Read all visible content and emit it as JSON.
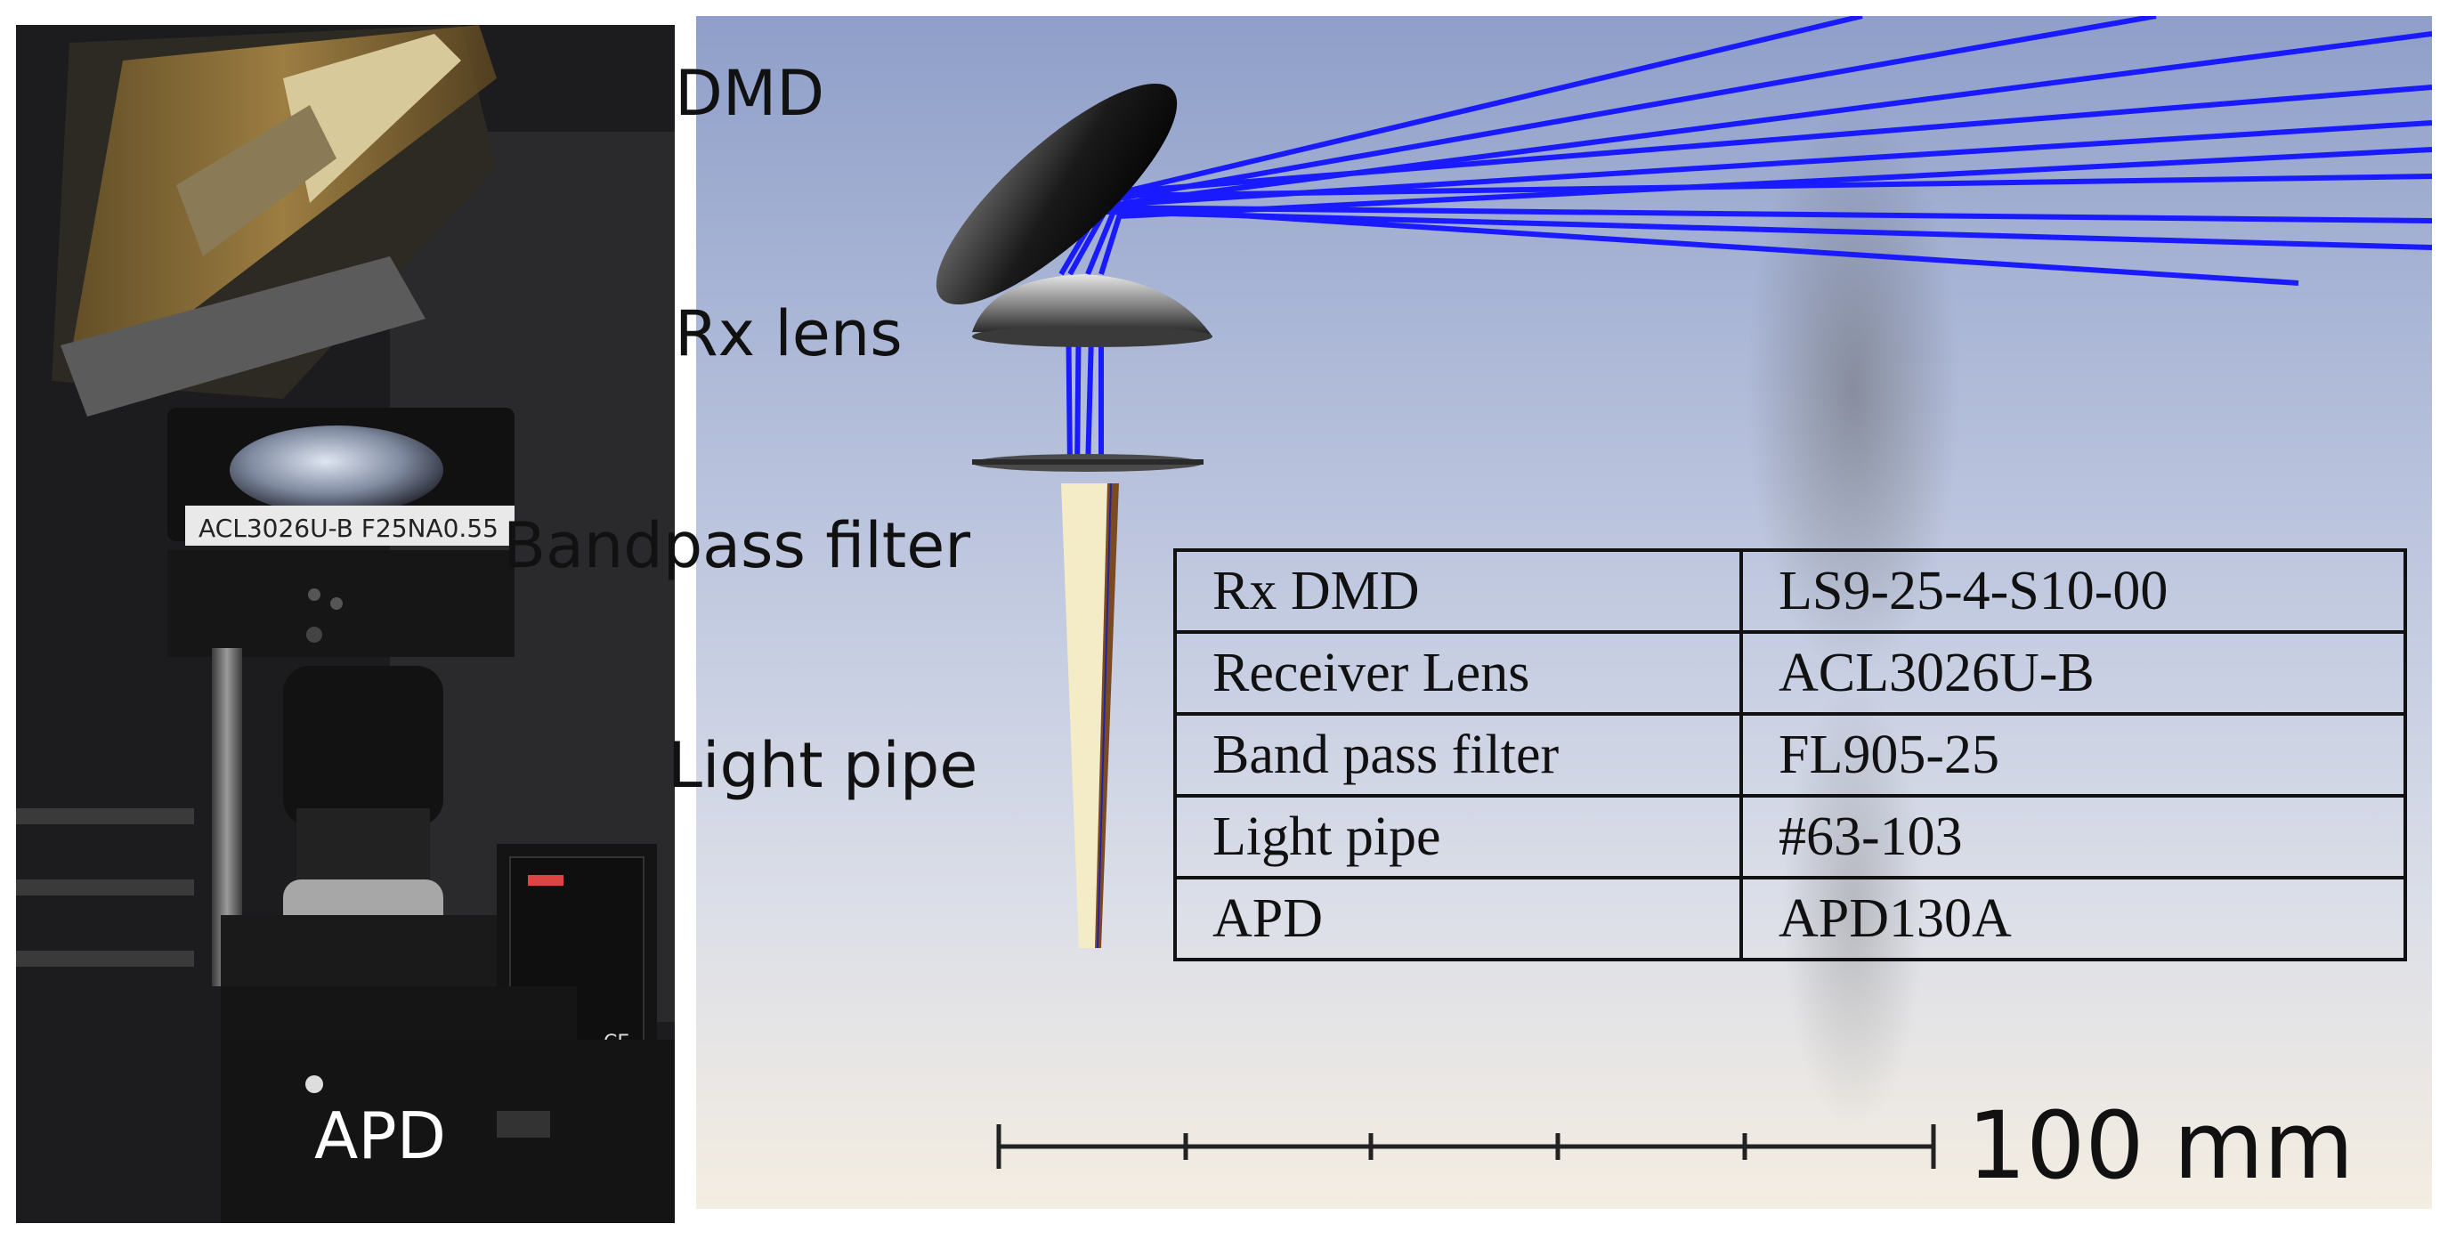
{
  "photo": {
    "sticker_text": "ACL3026U-B F25NA0.55",
    "apd_label": "APD"
  },
  "labels": {
    "dmd": "DMD",
    "rx_lens": "Rx lens",
    "bandpass_filter": "Bandpass filter",
    "light_pipe": "Light pipe"
  },
  "table": {
    "rows": [
      {
        "component": "Rx DMD",
        "part": "LS9-25-4-S10-00"
      },
      {
        "component": "Receiver Lens",
        "part": "ACL3026U-B"
      },
      {
        "component": "Band pass filter",
        "part": "FL905-25"
      },
      {
        "component": "Light pipe",
        "part": "#63-103"
      },
      {
        "component": "APD",
        "part": "APD130A"
      }
    ]
  },
  "scale_bar": {
    "label": "100 mm"
  },
  "colors": {
    "ray": "#1a1aff",
    "light_pipe": "#f3ecc6"
  }
}
